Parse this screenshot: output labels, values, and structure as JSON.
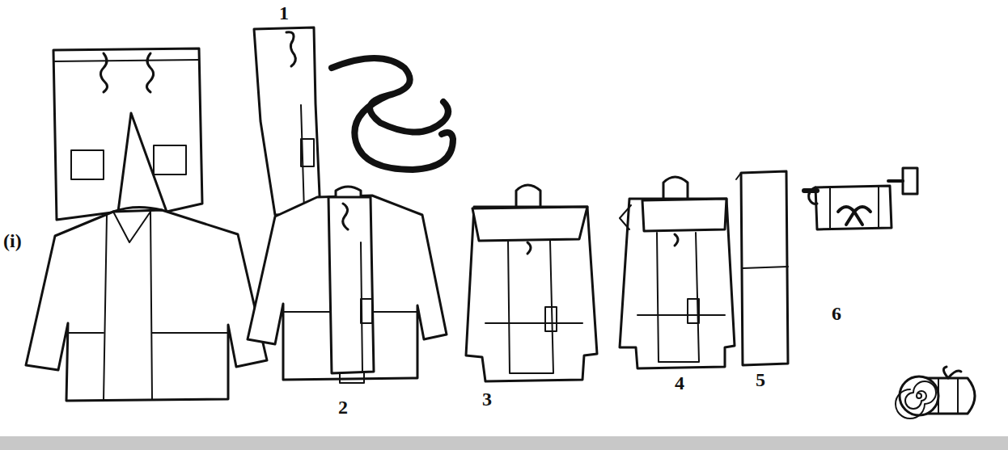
{
  "diagram": {
    "labels": [
      "1",
      "(i)",
      "2",
      "3",
      "4",
      "5",
      "6"
    ]
  }
}
